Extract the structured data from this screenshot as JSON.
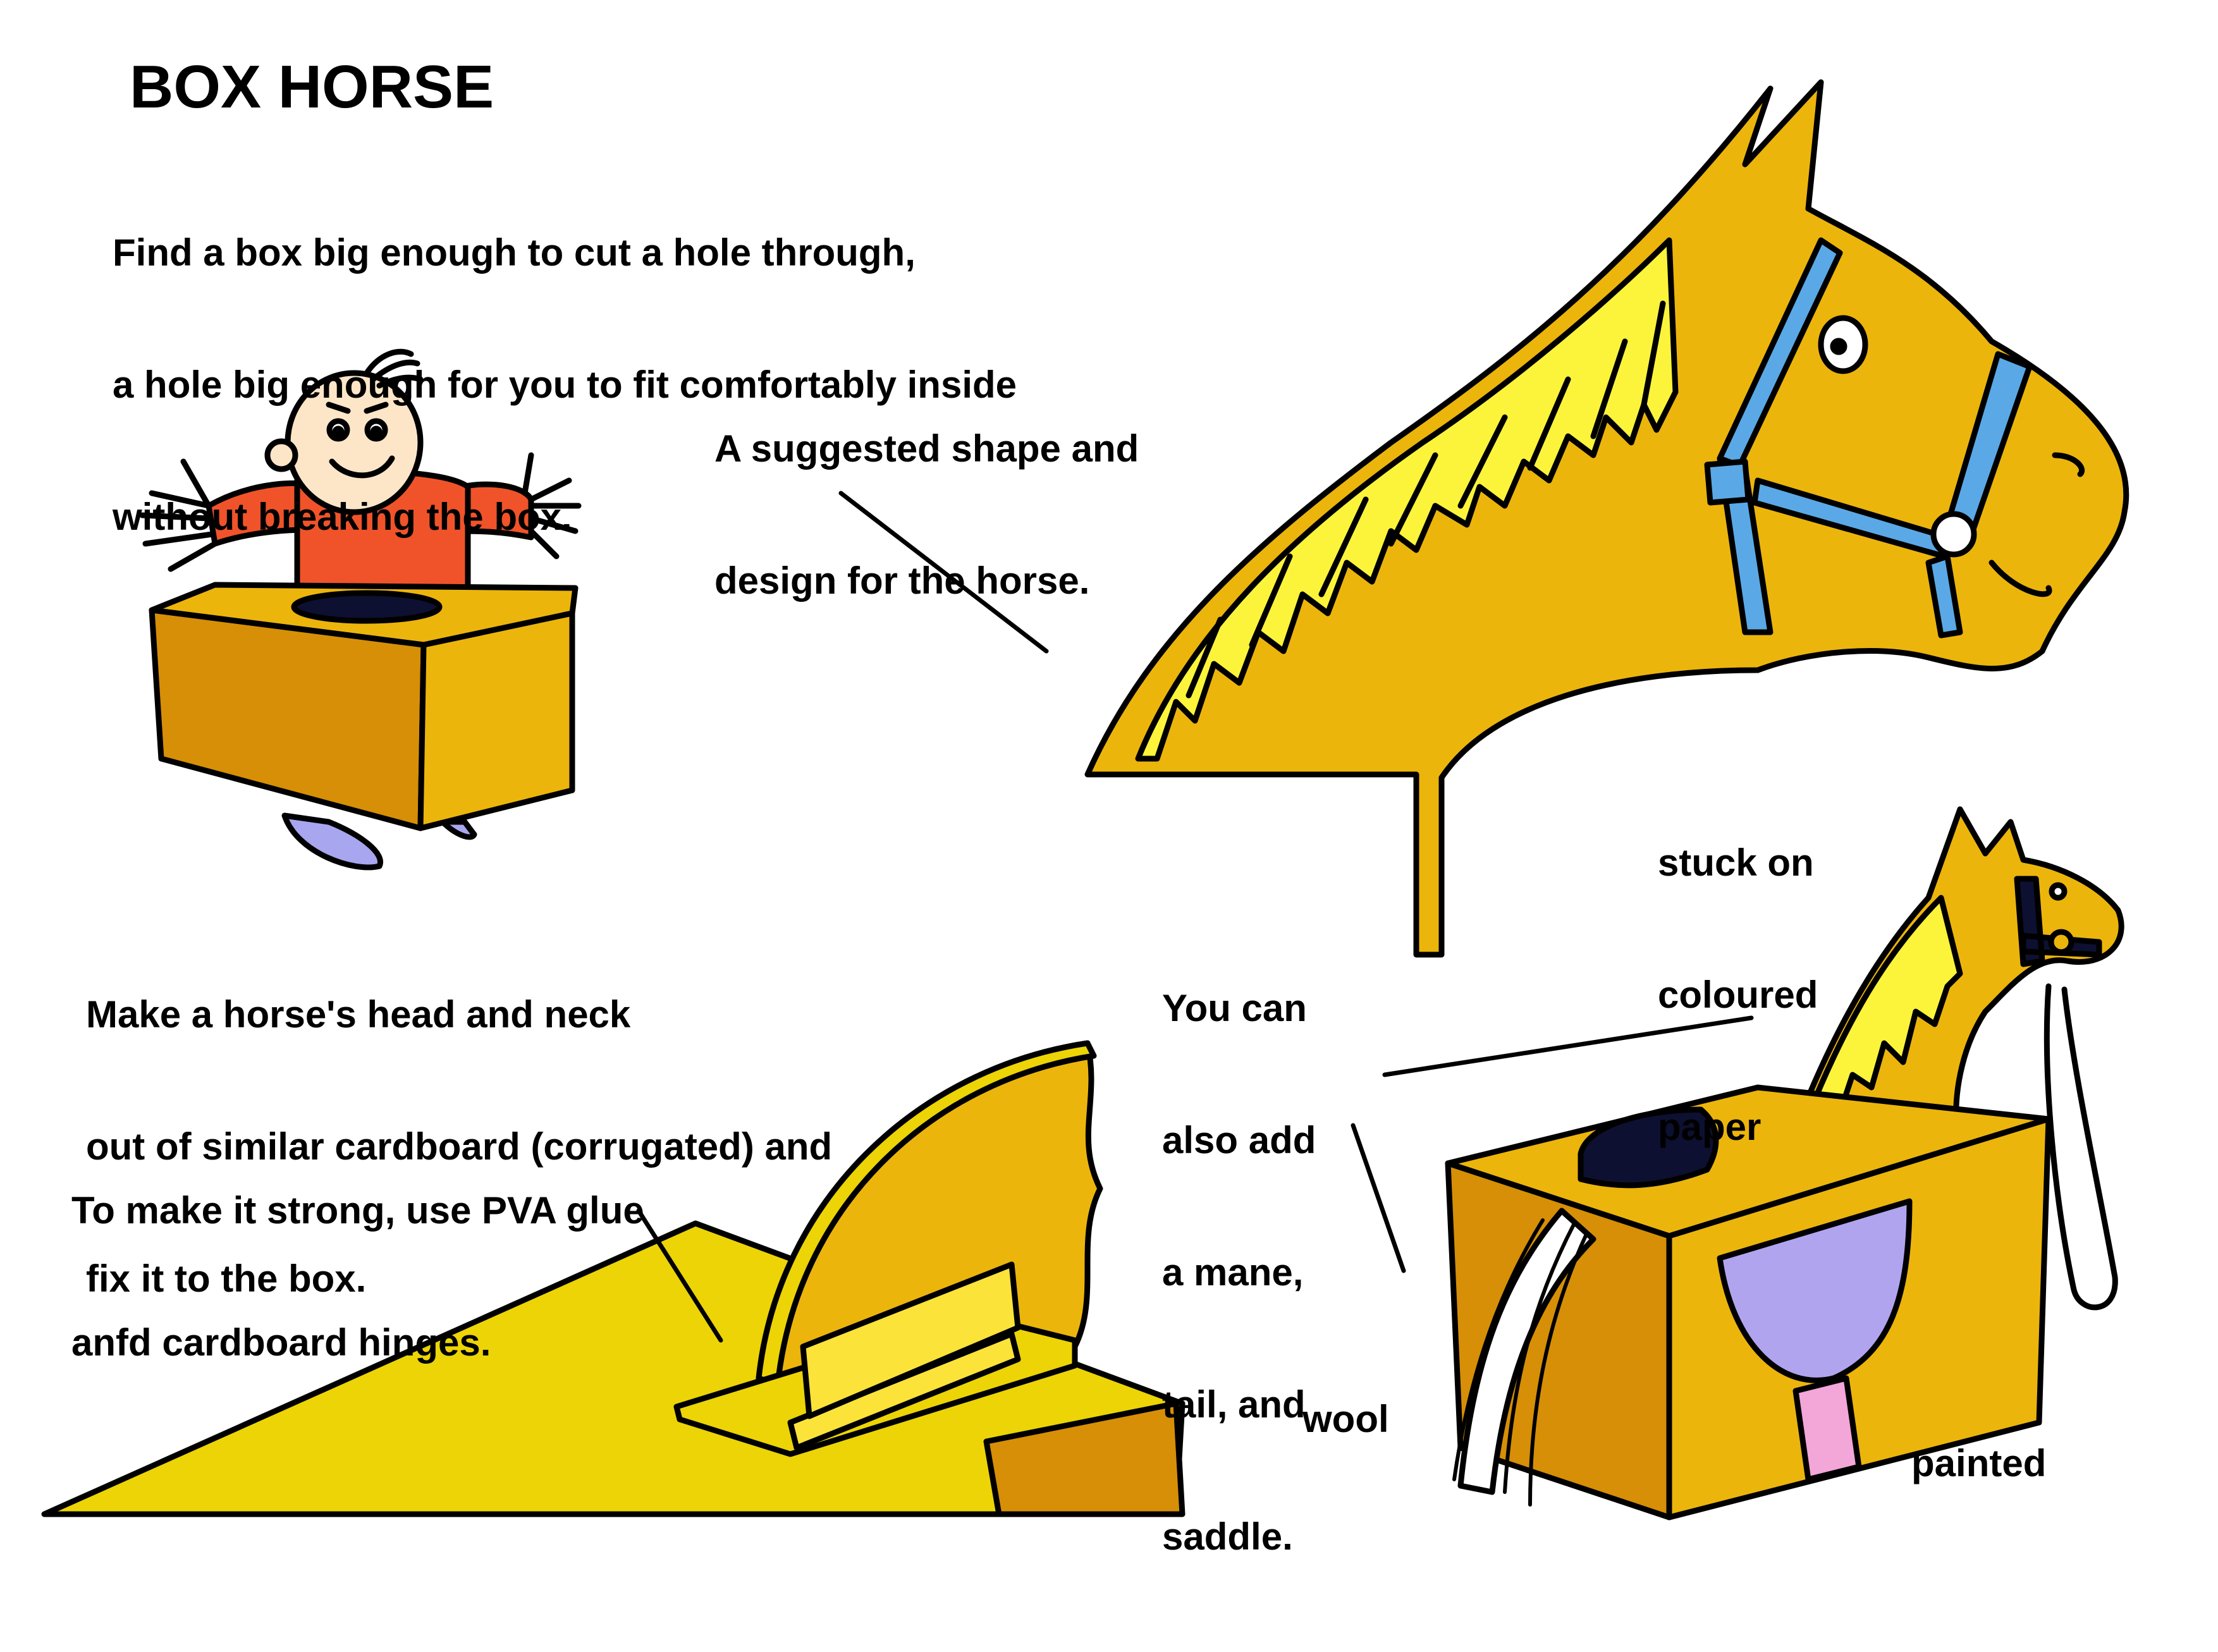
{
  "title": "BOX HORSE",
  "intro": {
    "lines": [
      "Find a box big enough to cut a hole through,",
      "a hole big enough for you to fit comfortably inside",
      "without breaking the box."
    ]
  },
  "suggested": {
    "lines": [
      "A suggested shape and",
      "design for the horse."
    ]
  },
  "make_head": {
    "lines": [
      "Make a horse's head and neck",
      "out of similar cardboard (corrugated) and",
      "fix it to the box."
    ]
  },
  "strong": {
    "lines": [
      "To make it strong, use PVA glue",
      "anfd cardboard hinges."
    ]
  },
  "add": {
    "lines": [
      "You can",
      "also add",
      "a mane,",
      "tail, and",
      "saddle."
    ]
  },
  "stuck": {
    "lines": [
      "stuck on",
      "coloured",
      "paper"
    ]
  },
  "wool_label": "wool",
  "painted_label": "painted",
  "colors": {
    "cardboard": "#ecb50c",
    "cardboard_dark": "#d68f06",
    "mane": "#fbf43a",
    "halter": "#5aa9e6",
    "shirt": "#f0532a",
    "saddle": "#b1a4ef",
    "hole": "#0d1030",
    "shoe": "#a8a6ee"
  }
}
